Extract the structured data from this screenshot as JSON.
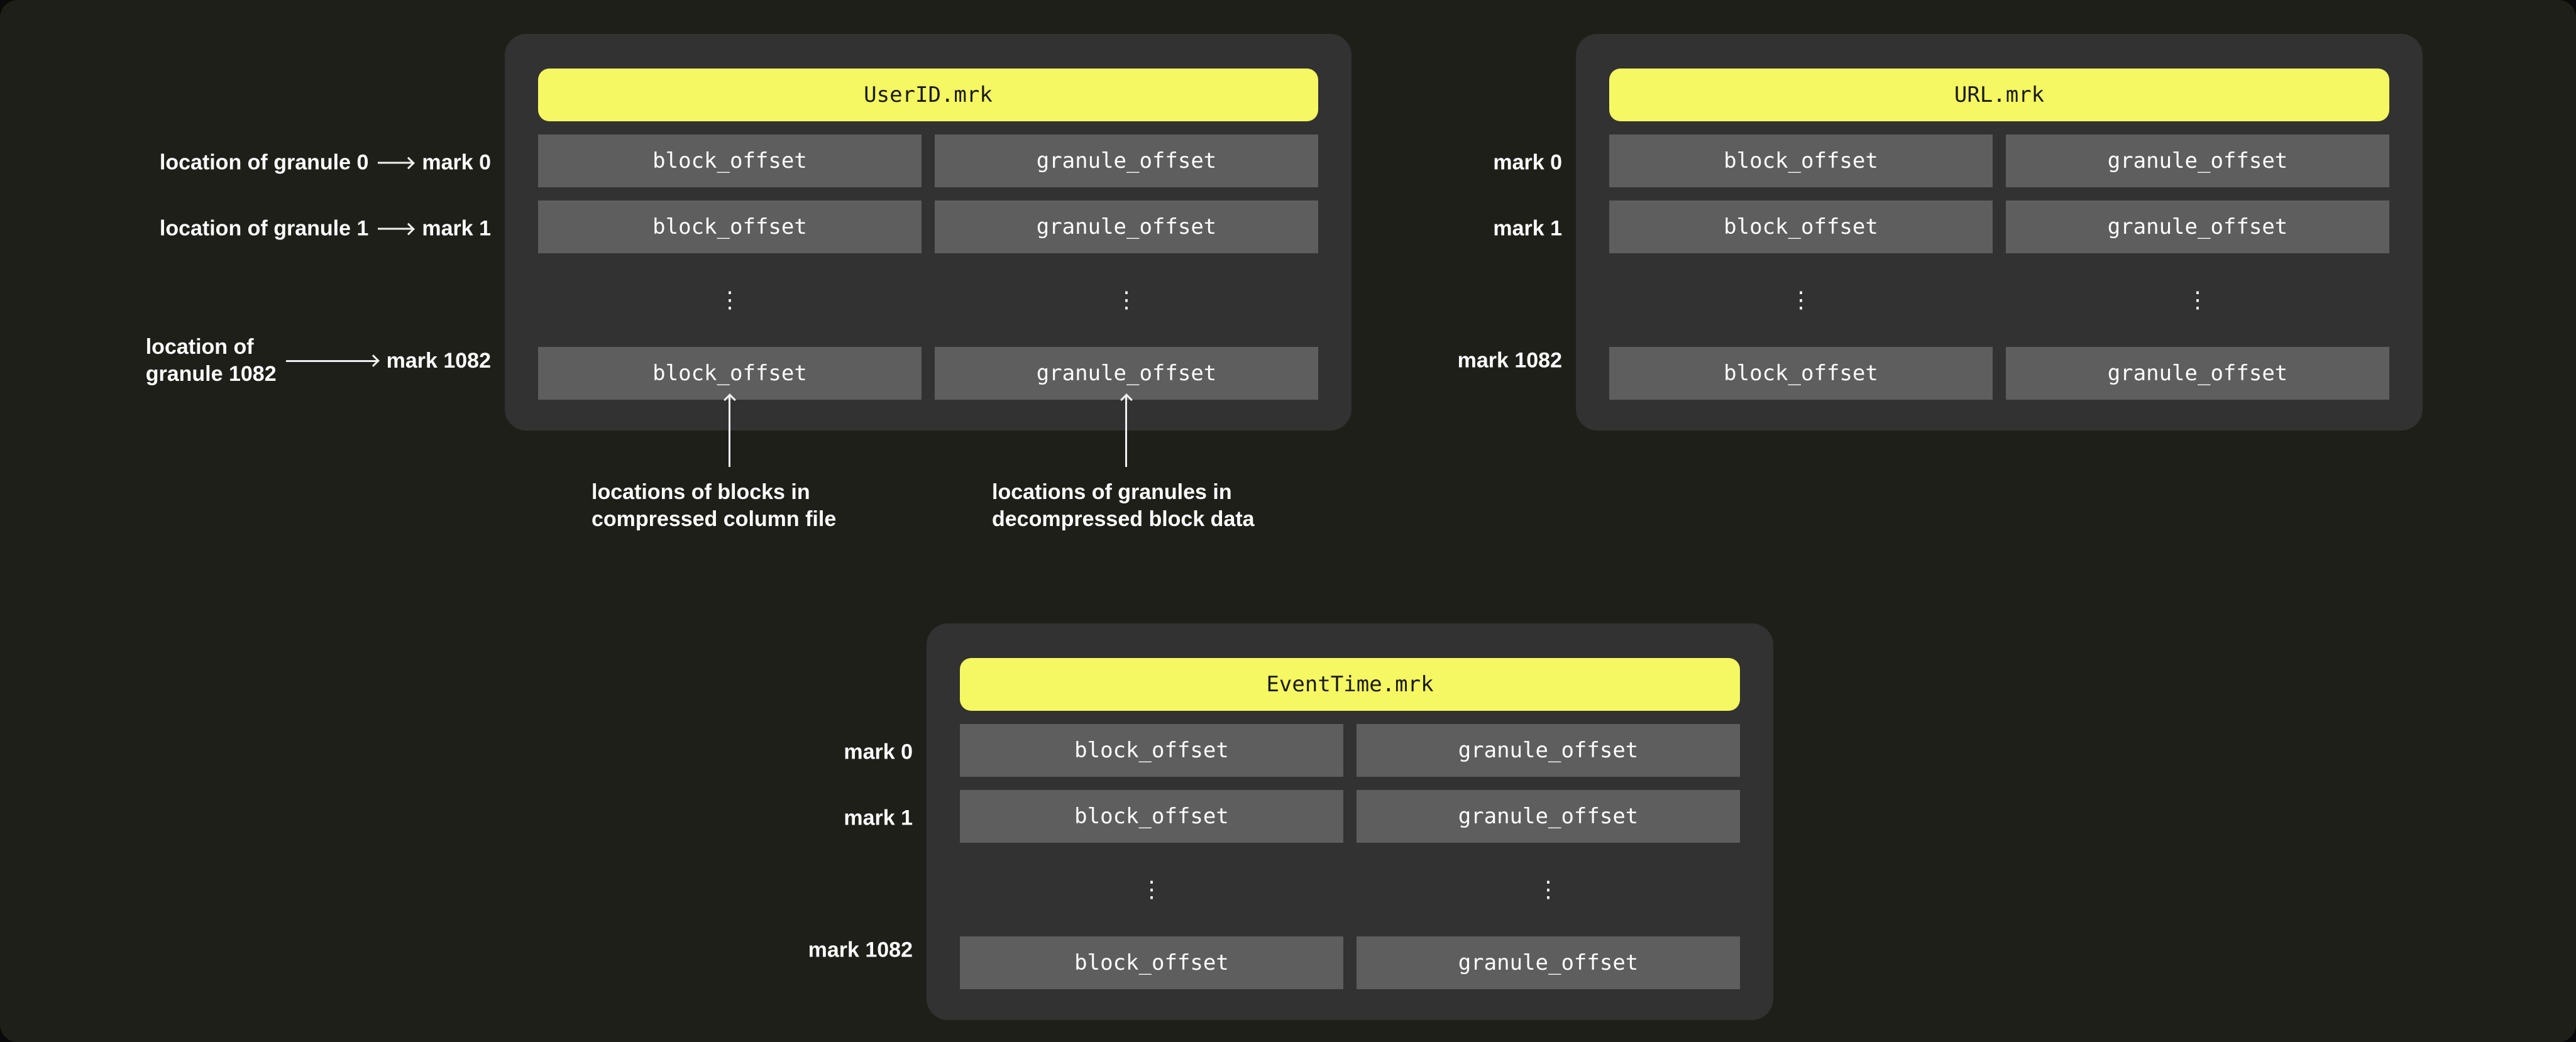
{
  "colors": {
    "page-bg": "#1f1f1a",
    "panel-bg": "#323232",
    "cell-bg": "#5e5e5e",
    "accent-yellow": "#f5f862",
    "text-light": "#fcfcfc",
    "text-dark": "#1a1a1a",
    "arrow": "#f0f0f0"
  },
  "userid": {
    "title": "UserID.mrk",
    "ellipsis": "⋮",
    "rows": [
      {
        "block": "block_offset",
        "granule": "granule_offset"
      },
      {
        "block": "block_offset",
        "granule": "granule_offset"
      },
      {
        "block": "block_offset",
        "granule": "granule_offset"
      }
    ],
    "left_labels": [
      {
        "location": "location of granule 0",
        "mark": "mark 0"
      },
      {
        "location": "location of granule 1",
        "mark": "mark 1"
      },
      {
        "location_line1": "location of",
        "location_line2": "granule 1082",
        "mark": "mark 1082"
      }
    ]
  },
  "url": {
    "title": "URL.mrk",
    "ellipsis": "⋮",
    "rows": [
      {
        "block": "block_offset",
        "granule": "granule_offset"
      },
      {
        "block": "block_offset",
        "granule": "granule_offset"
      },
      {
        "block": "block_offset",
        "granule": "granule_offset"
      }
    ],
    "marks": [
      "mark 0",
      "mark 1",
      "mark 1082"
    ]
  },
  "eventtime": {
    "title": "EventTime.mrk",
    "ellipsis": "⋮",
    "rows": [
      {
        "block": "block_offset",
        "granule": "granule_offset"
      },
      {
        "block": "block_offset",
        "granule": "granule_offset"
      },
      {
        "block": "block_offset",
        "granule": "granule_offset"
      }
    ],
    "marks": [
      "mark 0",
      "mark 1",
      "mark 1082"
    ]
  },
  "notes": {
    "blocks": [
      "locations of blocks in",
      "compressed column file"
    ],
    "granules": [
      "locations of granules in",
      "decompressed block data"
    ]
  }
}
